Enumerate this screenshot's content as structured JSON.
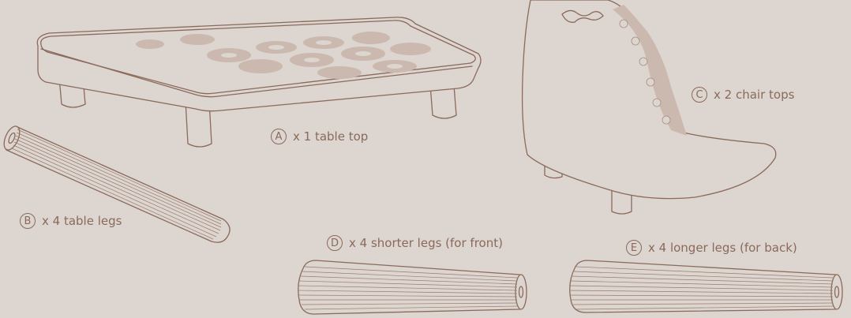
{
  "parts": [
    {
      "letter": "A",
      "text": "x 1 table top"
    },
    {
      "letter": "B",
      "text": "x 4 table legs"
    },
    {
      "letter": "C",
      "text": "x 2 chair tops"
    },
    {
      "letter": "D",
      "text": "x 4 shorter legs (for front)"
    },
    {
      "letter": "E",
      "text": "x 4 longer legs (for back)"
    }
  ],
  "colors": {
    "background": "#ddd5d0",
    "outline": "#8a6a5a",
    "pattern": "#cbb9af"
  }
}
